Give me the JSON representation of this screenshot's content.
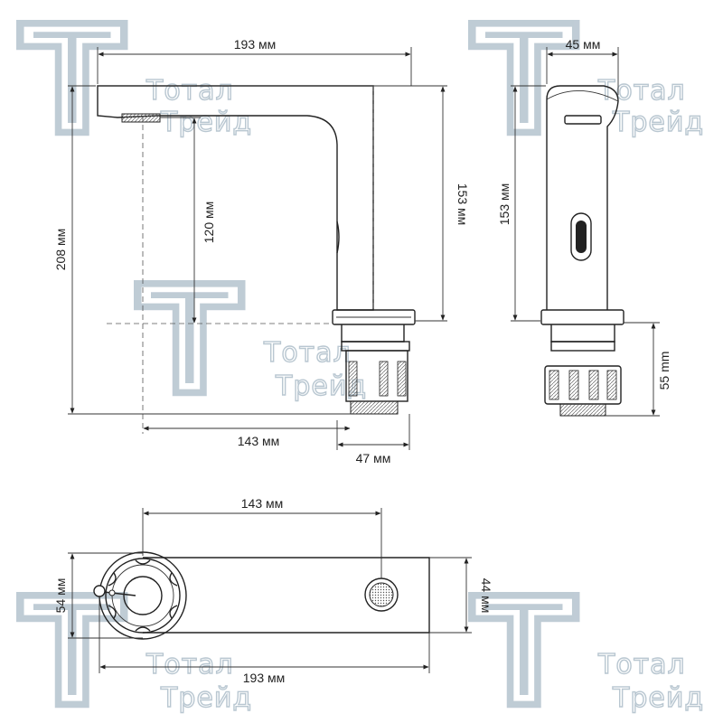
{
  "front_view": {
    "width_top": "193 мм",
    "height_total": "208 мм",
    "height_spout": "120 мм",
    "height_body": "153 мм",
    "reach": "143 мм",
    "base_width": "47 мм"
  },
  "side_view": {
    "width_top": "45 мм",
    "height_body": "153 мм",
    "height_connector": "55 mm"
  },
  "top_view": {
    "reach": "143 мм",
    "length_total": "193 мм",
    "base_diameter": "54 мм",
    "spout_width": "44 мм"
  },
  "watermark": {
    "line1": "Тотал",
    "line2": "Трейд"
  }
}
